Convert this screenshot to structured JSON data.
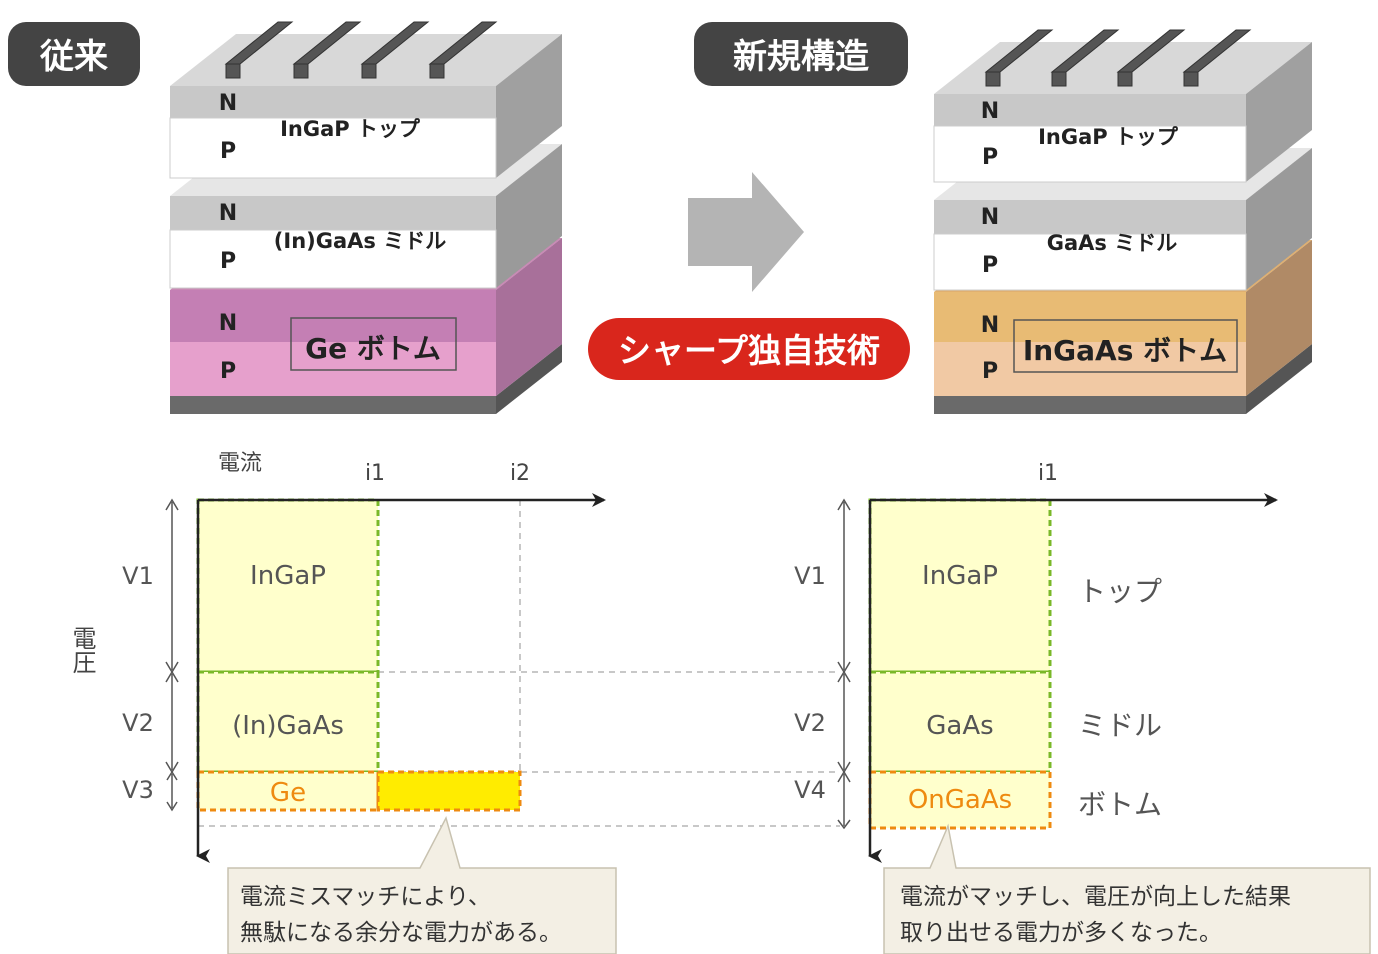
{
  "header": {
    "old_label": "従来",
    "new_label": "新規構造",
    "badge": "シャープ独自技術"
  },
  "colors": {
    "dark_tag": "#444444",
    "badge_red": "#d9261c",
    "pink_bottom": "#d98cc0",
    "orange_bottom": "#e6b98a",
    "cell_fill": "#ffffcc",
    "mismatch_fill": "#ffec00",
    "green_dash": "#7ab829",
    "orange_dash": "#ee8a10"
  },
  "stack_old": {
    "n": "N",
    "p": "P",
    "top": "InGaP トップ",
    "middle": "(In)GaAs ミドル",
    "bottom": "Ge ボトム"
  },
  "stack_new": {
    "n": "N",
    "p": "P",
    "top": "InGaP トップ",
    "middle": "GaAs ミドル",
    "bottom": "InGaAs ボトム"
  },
  "graph_old": {
    "x_label": "電流",
    "y_label": "電圧",
    "i1": "i1",
    "i2": "i2",
    "v1": "V1",
    "v2": "V2",
    "v3": "V3",
    "cell_top": "InGaP",
    "cell_mid": "(In)GaAs",
    "cell_bot": "Ge",
    "callout_line1": "電流ミスマッチにより、",
    "callout_line2": "無駄になる余分な電力がある。"
  },
  "graph_new": {
    "i1": "i1",
    "v1": "V1",
    "v2": "V2",
    "v4": "V4",
    "cell_top": "InGaP",
    "cell_mid": "GaAs",
    "cell_bot": "OnGaAs",
    "role_top": "トップ",
    "role_mid": "ミドル",
    "role_bot": "ボトム",
    "callout_line1": "電流がマッチし、電圧が向上した結果",
    "callout_line2": "取り出せる電力が多くなった。"
  }
}
